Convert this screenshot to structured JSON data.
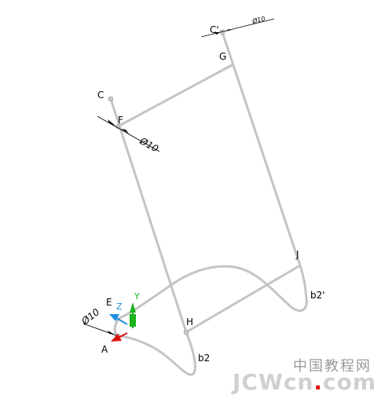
{
  "labels": {
    "c_prime": "C'",
    "g": "G",
    "c": "C",
    "f": "F",
    "j": "J",
    "b2_prime": "b2'",
    "e": "E",
    "h": "H",
    "a": "A",
    "b2": "b2",
    "y_axis": "Y",
    "z_axis": "Z"
  },
  "dimensions": {
    "f_diameter": "Ø10",
    "c_prime_diameter": "Ø10",
    "a_diameter": "Ø10"
  },
  "watermark": {
    "chinese": "中国教程网",
    "prefix": "JCWcn",
    "dot": ".",
    "suffix": "com"
  },
  "colors": {
    "rod": "#c4c4c4",
    "axis_y": "#1db31d",
    "axis_z": "#1f8fe0",
    "axis_x": "#e01010"
  }
}
